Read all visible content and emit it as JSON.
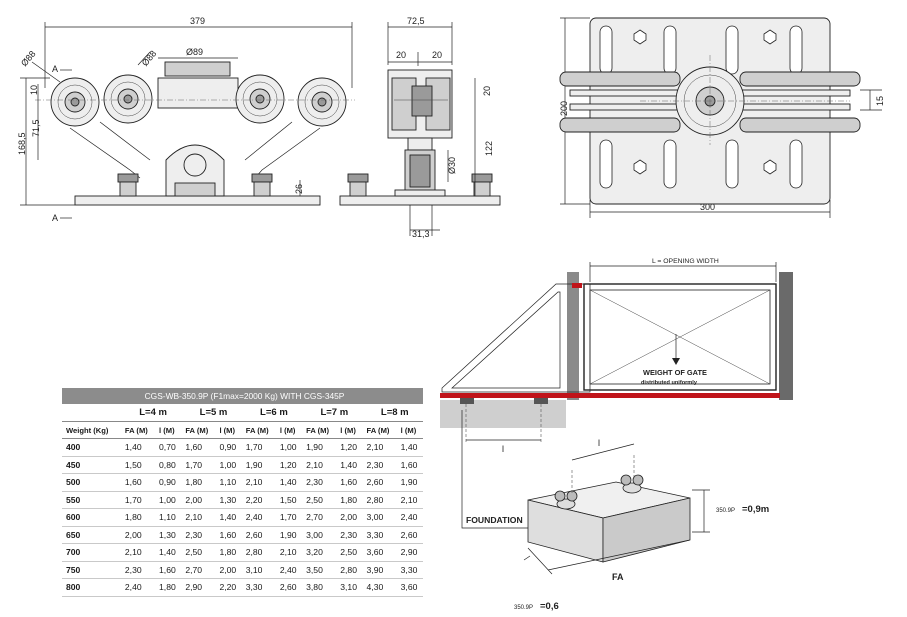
{
  "drawing": {
    "front": {
      "width": "379",
      "d_left": "Ø88",
      "d_mid": "Ø88",
      "d_bar": "Ø89",
      "h_10": "10",
      "h_715": "71,5",
      "h_1685": "168,5",
      "h_26": "26",
      "section": "A"
    },
    "side": {
      "width": "72,5",
      "w1": "20",
      "w2": "20",
      "h_20": "20",
      "h_122": "122",
      "d_30": "Ø30",
      "base": "31,3"
    },
    "top": {
      "height": "200",
      "width": "300",
      "h_15": "15"
    },
    "gate": {
      "opening": "L = OPENING WIDTH",
      "weight_title": "WEIGHT OF GATE",
      "weight_sub": "distributed uniformly",
      "l_label": "l",
      "foundation": "FOUNDATION",
      "l_label2": "l",
      "fa": "FA",
      "depth_model": "350.9P",
      "depth_value": "=0,9m",
      "width_model": "350.9P",
      "width_value": "=0,6"
    }
  },
  "table": {
    "title": "CGS-WB-350.9P (F1max=2000 Kg)  WITH CGS-345P",
    "groups": [
      "L=4 m",
      "L=5 m",
      "L=6 m",
      "L=7 m",
      "L=8 m"
    ],
    "weight_header": "Weight (Kg)",
    "sub": [
      "FA (M)",
      "l (M)"
    ],
    "rows": [
      [
        "400",
        "1,40",
        "0,70",
        "1,60",
        "0,90",
        "1,70",
        "1,00",
        "1,90",
        "1,20",
        "2,10",
        "1,40"
      ],
      [
        "450",
        "1,50",
        "0,80",
        "1,70",
        "1,00",
        "1,90",
        "1,20",
        "2,10",
        "1,40",
        "2,30",
        "1,60"
      ],
      [
        "500",
        "1,60",
        "0,90",
        "1,80",
        "1,10",
        "2,10",
        "1,40",
        "2,30",
        "1,60",
        "2,60",
        "1,90"
      ],
      [
        "550",
        "1,70",
        "1,00",
        "2,00",
        "1,30",
        "2,20",
        "1,50",
        "2,50",
        "1,80",
        "2,80",
        "2,10"
      ],
      [
        "600",
        "1,80",
        "1,10",
        "2,10",
        "1,40",
        "2,40",
        "1,70",
        "2,70",
        "2,00",
        "3,00",
        "2,40"
      ],
      [
        "650",
        "2,00",
        "1,30",
        "2,30",
        "1,60",
        "2,60",
        "1,90",
        "3,00",
        "2,30",
        "3,30",
        "2,60"
      ],
      [
        "700",
        "2,10",
        "1,40",
        "2,50",
        "1,80",
        "2,80",
        "2,10",
        "3,20",
        "2,50",
        "3,60",
        "2,90"
      ],
      [
        "750",
        "2,30",
        "1,60",
        "2,70",
        "2,00",
        "3,10",
        "2,40",
        "3,50",
        "2,80",
        "3,90",
        "3,30"
      ],
      [
        "800",
        "2,40",
        "1,80",
        "2,90",
        "2,20",
        "3,30",
        "2,60",
        "3,80",
        "3,10",
        "4,30",
        "3,60"
      ]
    ]
  }
}
